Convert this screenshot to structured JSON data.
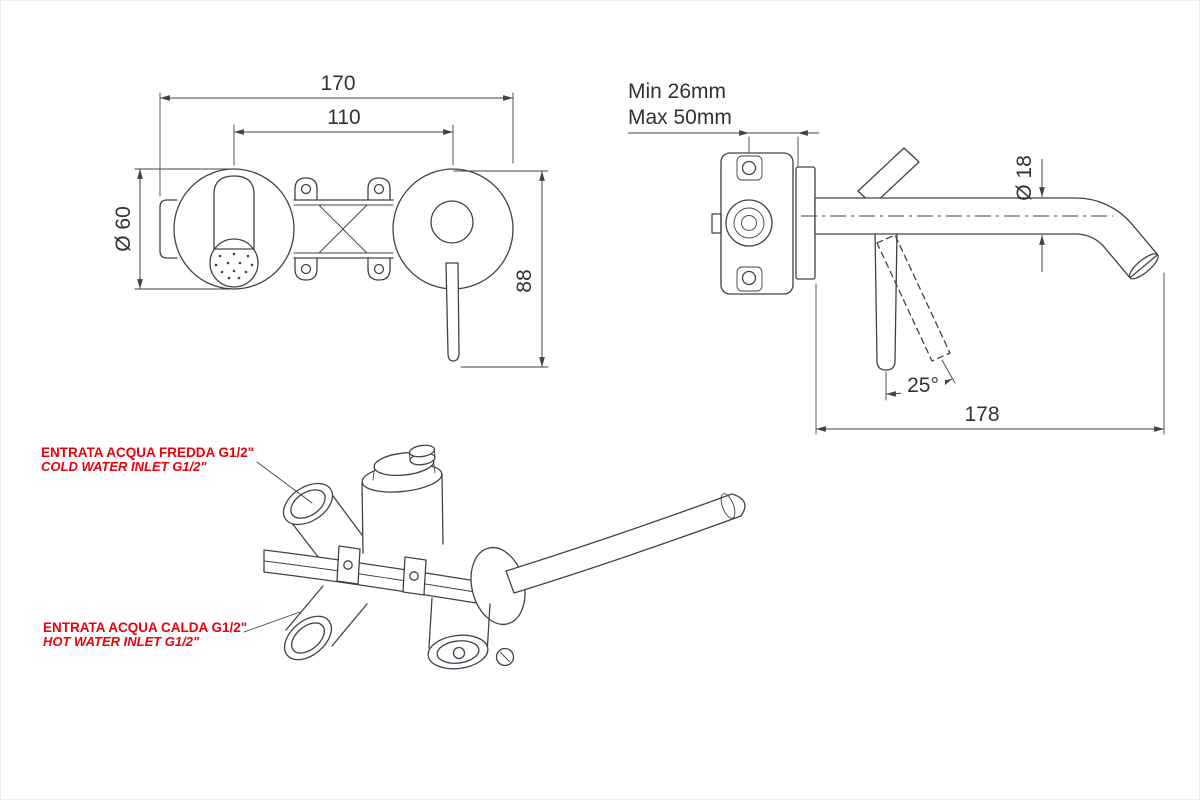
{
  "colors": {
    "line": "#3d434b",
    "text": "#2e3338",
    "red": "#e8000d",
    "background": "#ffffff"
  },
  "front_view": {
    "overall_width": "170",
    "center_distance": "110",
    "plate_diameter": "Ø 60",
    "handle_drop": "88"
  },
  "side_view": {
    "wall_depth_min": "Min 26mm",
    "wall_depth_max": "Max 50mm",
    "spout_diameter": "Ø 18",
    "handle_angle": "25°",
    "spout_reach": "178"
  },
  "labels": {
    "cold_it": "ENTRATA ACQUA FREDDA G1/2\"",
    "cold_en": "COLD WATER INLET G1/2\"",
    "hot_it": "ENTRATA ACQUA CALDA G1/2\"",
    "hot_en": "HOT WATER INLET G1/2\""
  }
}
